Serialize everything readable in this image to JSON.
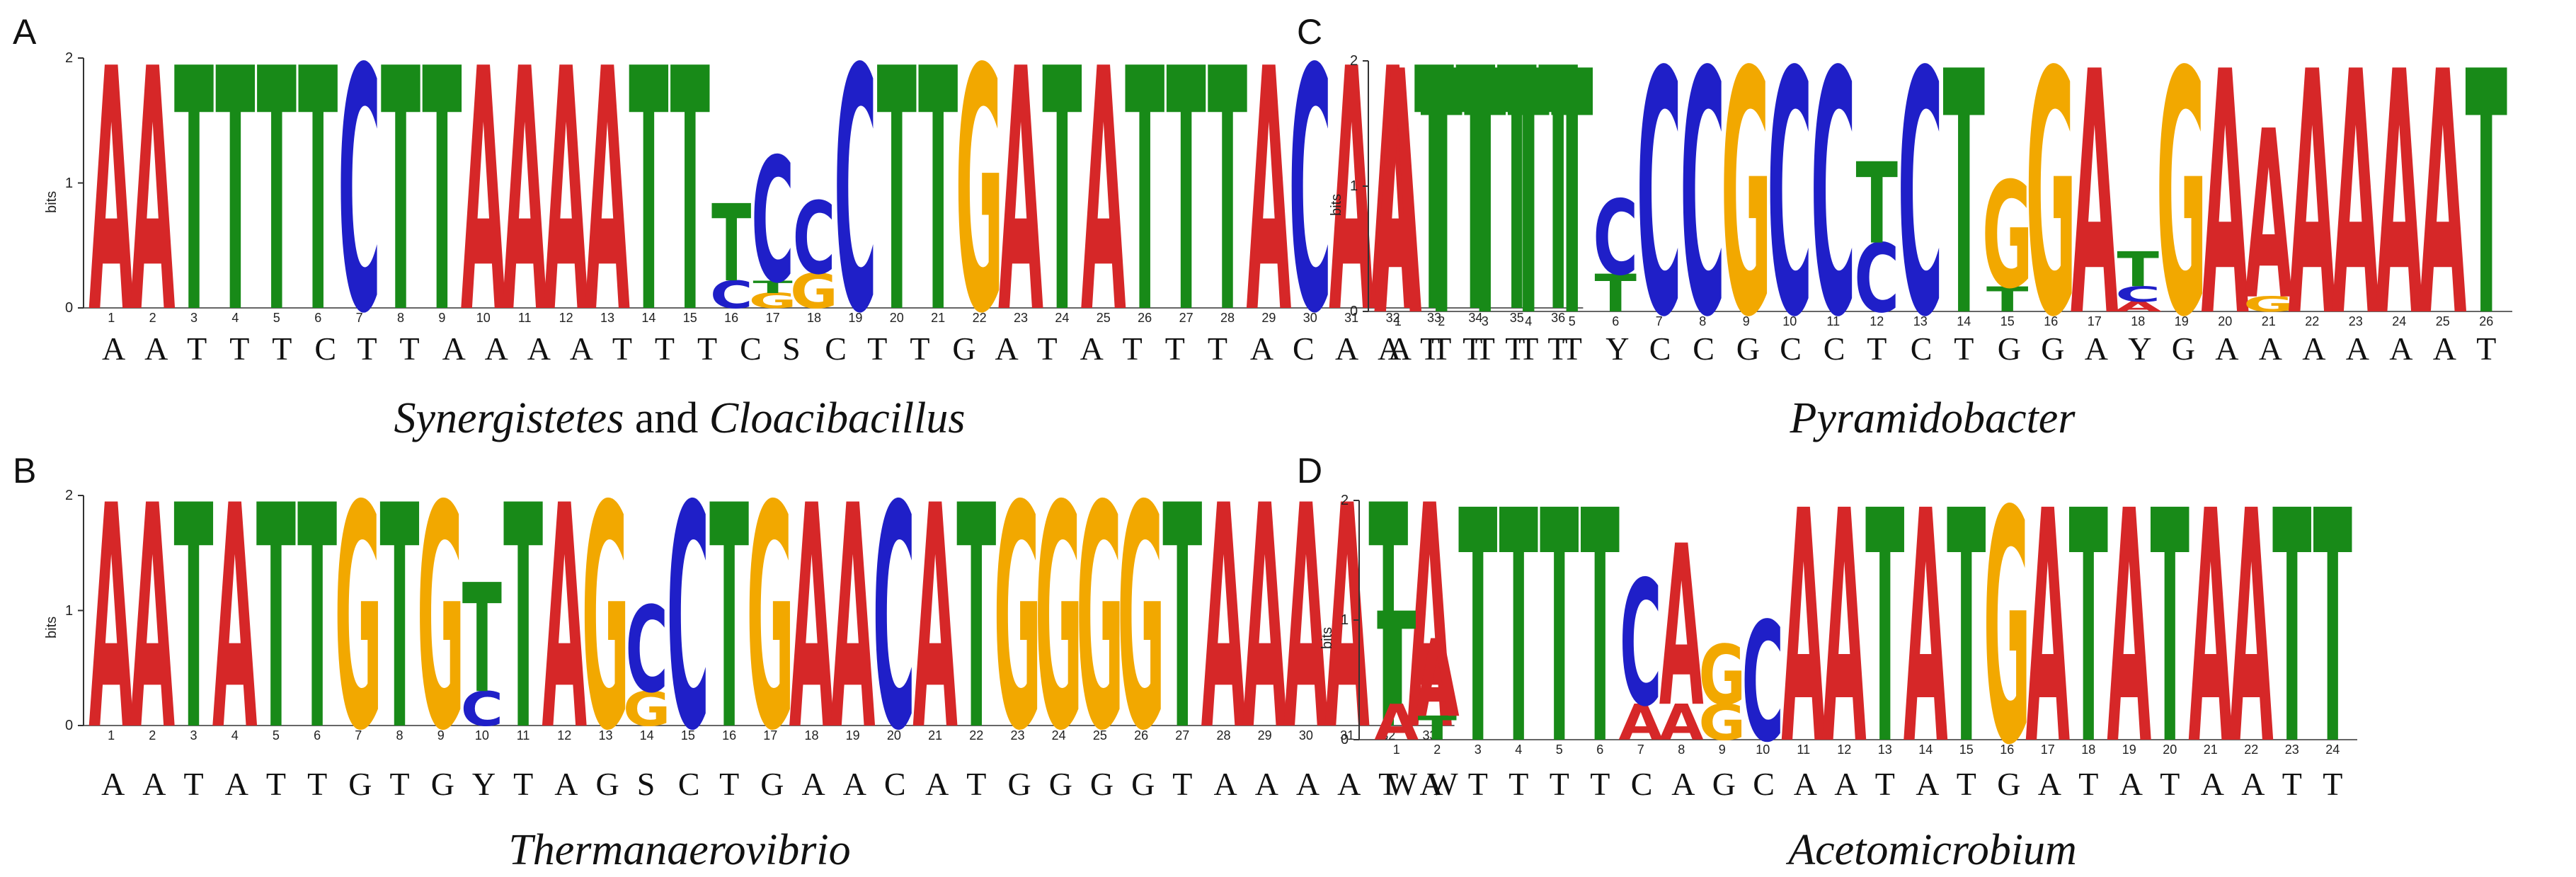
{
  "colors": {
    "A": "#d62728",
    "C": "#1f1fc8",
    "G": "#f2a800",
    "T": "#188a18"
  },
  "panels": [
    {
      "letter": "A",
      "y_axis_label": "bits",
      "y_ticks": [
        "0",
        "1",
        "2"
      ],
      "positions": [
        "1",
        "2",
        "3",
        "4",
        "5",
        "6",
        "7",
        "8",
        "9",
        "10",
        "11",
        "12",
        "13",
        "14",
        "15",
        "16",
        "17",
        "18",
        "19",
        "20",
        "21",
        "22",
        "23",
        "24",
        "25",
        "26",
        "27",
        "28",
        "29",
        "30",
        "31",
        "32",
        "33",
        "34",
        "35",
        "36"
      ],
      "logo": [
        [
          [
            "A",
            1.95
          ]
        ],
        [
          [
            "A",
            1.95
          ]
        ],
        [
          [
            "T",
            1.95
          ]
        ],
        [
          [
            "T",
            1.95
          ]
        ],
        [
          [
            "T",
            1.95
          ]
        ],
        [
          [
            "T",
            1.95
          ]
        ],
        [
          [
            "C",
            1.95
          ]
        ],
        [
          [
            "T",
            1.95
          ]
        ],
        [
          [
            "T",
            1.95
          ]
        ],
        [
          [
            "A",
            1.95
          ]
        ],
        [
          [
            "A",
            1.95
          ]
        ],
        [
          [
            "A",
            1.95
          ]
        ],
        [
          [
            "A",
            1.95
          ]
        ],
        [
          [
            "T",
            1.95
          ]
        ],
        [
          [
            "T",
            1.95
          ]
        ],
        [
          [
            "C",
            0.22
          ],
          [
            "T",
            0.62
          ]
        ],
        [
          [
            "G",
            0.12
          ],
          [
            "T",
            0.1
          ],
          [
            "C",
            1.0
          ]
        ],
        [
          [
            "G",
            0.28
          ],
          [
            "C",
            0.58
          ]
        ],
        [
          [
            "C",
            1.95
          ]
        ],
        [
          [
            "T",
            1.95
          ]
        ],
        [
          [
            "T",
            1.95
          ]
        ],
        [
          [
            "G",
            1.95
          ]
        ],
        [
          [
            "A",
            1.95
          ]
        ],
        [
          [
            "T",
            1.95
          ]
        ],
        [
          [
            "A",
            1.95
          ]
        ],
        [
          [
            "T",
            1.95
          ]
        ],
        [
          [
            "T",
            1.95
          ]
        ],
        [
          [
            "T",
            1.95
          ]
        ],
        [
          [
            "A",
            1.95
          ]
        ],
        [
          [
            "C",
            1.95
          ]
        ],
        [
          [
            "A",
            1.95
          ]
        ],
        [
          [
            "A",
            1.95
          ]
        ],
        [
          [
            "T",
            1.95
          ]
        ],
        [
          [
            "T",
            1.95
          ]
        ],
        [
          [
            "T",
            1.95
          ]
        ],
        [
          [
            "T",
            1.95
          ]
        ]
      ],
      "consensus": [
        "A",
        "A",
        "T",
        "T",
        "T",
        "C",
        "T",
        "T",
        "A",
        "A",
        "A",
        "A",
        "T",
        "T",
        "T",
        "C",
        "S",
        "C",
        "T",
        "T",
        "G",
        "A",
        "T",
        "A",
        "T",
        "T",
        "T",
        "A",
        "C",
        "A",
        "A",
        "T",
        "T",
        "T",
        "T"
      ],
      "species_parts": [
        {
          "text": "Synergistetes",
          "italic": true
        },
        {
          "text": " and ",
          "italic": false
        },
        {
          "text": "Cloacibacillus",
          "italic": true
        }
      ]
    },
    {
      "letter": "C",
      "y_axis_label": "bits",
      "y_ticks": [
        "0",
        "1",
        "2"
      ],
      "positions": [
        "1",
        "2",
        "3",
        "4",
        "5",
        "6",
        "7",
        "8",
        "9",
        "10",
        "11",
        "12",
        "13",
        "14",
        "15",
        "16",
        "17",
        "18",
        "19",
        "20",
        "21",
        "22",
        "23",
        "24",
        "25",
        "26"
      ],
      "logo": [
        [
          [
            "A",
            1.95
          ]
        ],
        [
          [
            "T",
            1.95
          ]
        ],
        [
          [
            "T",
            1.95
          ]
        ],
        [
          [
            "T",
            1.95
          ]
        ],
        [
          [
            "T",
            1.95
          ]
        ],
        [
          [
            "T",
            0.3
          ],
          [
            "C",
            0.6
          ]
        ],
        [
          [
            "C",
            1.95
          ]
        ],
        [
          [
            "C",
            1.95
          ]
        ],
        [
          [
            "G",
            1.95
          ]
        ],
        [
          [
            "C",
            1.95
          ]
        ],
        [
          [
            "C",
            1.95
          ]
        ],
        [
          [
            "C",
            0.55
          ],
          [
            "T",
            0.65
          ]
        ],
        [
          [
            "C",
            1.95
          ]
        ],
        [
          [
            "T",
            1.95
          ]
        ],
        [
          [
            "T",
            0.2
          ],
          [
            "G",
            0.85
          ]
        ],
        [
          [
            "G",
            1.95
          ]
        ],
        [
          [
            "A",
            1.95
          ]
        ],
        [
          [
            "A",
            0.08
          ],
          [
            "C",
            0.12
          ],
          [
            "T",
            0.28
          ]
        ],
        [
          [
            "G",
            1.95
          ]
        ],
        [
          [
            "A",
            1.95
          ]
        ],
        [
          [
            "G",
            0.12
          ],
          [
            "A",
            1.35
          ]
        ],
        [
          [
            "A",
            1.95
          ]
        ],
        [
          [
            "A",
            1.95
          ]
        ],
        [
          [
            "A",
            1.95
          ]
        ],
        [
          [
            "A",
            1.95
          ]
        ],
        [
          [
            "T",
            1.95
          ]
        ]
      ],
      "consensus": [
        "A",
        "T",
        "T",
        "T",
        "T",
        "Y",
        "C",
        "C",
        "G",
        "C",
        "C",
        "T",
        "C",
        "T",
        "G",
        "G",
        "A",
        "Y",
        "G",
        "A",
        "A",
        "A",
        "A",
        "A",
        "A",
        "T"
      ],
      "species_parts": [
        {
          "text": "Pyramidobacter",
          "italic": true
        }
      ]
    },
    {
      "letter": "B",
      "y_axis_label": "bits",
      "y_ticks": [
        "0",
        "1",
        "2"
      ],
      "positions": [
        "1",
        "2",
        "3",
        "4",
        "5",
        "6",
        "7",
        "8",
        "9",
        "10",
        "11",
        "12",
        "13",
        "14",
        "15",
        "16",
        "17",
        "18",
        "19",
        "20",
        "21",
        "22",
        "23",
        "24",
        "25",
        "26",
        "27",
        "28",
        "29",
        "30",
        "31",
        "32",
        "33"
      ],
      "logo": [
        [
          [
            "A",
            1.95
          ]
        ],
        [
          [
            "A",
            1.95
          ]
        ],
        [
          [
            "T",
            1.95
          ]
        ],
        [
          [
            "A",
            1.95
          ]
        ],
        [
          [
            "T",
            1.95
          ]
        ],
        [
          [
            "T",
            1.95
          ]
        ],
        [
          [
            "G",
            1.95
          ]
        ],
        [
          [
            "T",
            1.95
          ]
        ],
        [
          [
            "G",
            1.95
          ]
        ],
        [
          [
            "C",
            0.3
          ],
          [
            "T",
            0.95
          ]
        ],
        [
          [
            "T",
            1.95
          ]
        ],
        [
          [
            "A",
            1.95
          ]
        ],
        [
          [
            "G",
            1.95
          ]
        ],
        [
          [
            "G",
            0.3
          ],
          [
            "C",
            0.75
          ]
        ],
        [
          [
            "C",
            1.95
          ]
        ],
        [
          [
            "T",
            1.95
          ]
        ],
        [
          [
            "G",
            1.95
          ]
        ],
        [
          [
            "A",
            1.95
          ]
        ],
        [
          [
            "A",
            1.95
          ]
        ],
        [
          [
            "C",
            1.95
          ]
        ],
        [
          [
            "A",
            1.95
          ]
        ],
        [
          [
            "T",
            1.95
          ]
        ],
        [
          [
            "G",
            1.95
          ]
        ],
        [
          [
            "G",
            1.95
          ]
        ],
        [
          [
            "G",
            1.95
          ]
        ],
        [
          [
            "G",
            1.95
          ]
        ],
        [
          [
            "T",
            1.95
          ]
        ],
        [
          [
            "A",
            1.95
          ]
        ],
        [
          [
            "A",
            1.95
          ]
        ],
        [
          [
            "A",
            1.95
          ]
        ],
        [
          [
            "A",
            1.95
          ]
        ],
        [
          [
            "T",
            1.95
          ]
        ],
        [
          [
            "A",
            1.95
          ]
        ]
      ],
      "consensus": [
        "A",
        "A",
        "T",
        "A",
        "T",
        "T",
        "G",
        "T",
        "G",
        "Y",
        "T",
        "A",
        "G",
        "S",
        "C",
        "T",
        "G",
        "A",
        "A",
        "C",
        "A",
        "T",
        "G",
        "G",
        "G",
        "G",
        "T",
        "A",
        "A",
        "A",
        "A",
        "T",
        "A"
      ],
      "species_parts": [
        {
          "text": "Thermanaerovibrio",
          "italic": true
        }
      ]
    },
    {
      "letter": "D",
      "y_axis_label": "bits",
      "y_ticks": [
        "0",
        "1",
        "2"
      ],
      "positions": [
        "1",
        "2",
        "3",
        "4",
        "5",
        "6",
        "7",
        "8",
        "9",
        "10",
        "11",
        "12",
        "13",
        "14",
        "15",
        "16",
        "17",
        "18",
        "19",
        "20",
        "21",
        "22",
        "23",
        "24"
      ],
      "logo": [
        [
          [
            "A",
            0.3
          ],
          [
            "T",
            0.78
          ]
        ],
        [
          [
            "T",
            0.2
          ],
          [
            "A",
            0.65
          ]
        ],
        [
          [
            "T",
            1.95
          ]
        ],
        [
          [
            "T",
            1.95
          ]
        ],
        [
          [
            "T",
            1.95
          ]
        ],
        [
          [
            "T",
            1.95
          ]
        ],
        [
          [
            "A",
            0.3
          ],
          [
            "C",
            1.05
          ]
        ],
        [
          [
            "A",
            0.3
          ],
          [
            "A",
            1.35
          ]
        ],
        [
          [
            "G",
            0.3
          ],
          [
            "G",
            0.5
          ]
        ],
        [
          [
            "C",
            1.0
          ]
        ],
        [
          [
            "A",
            1.95
          ]
        ],
        [
          [
            "A",
            1.95
          ]
        ],
        [
          [
            "T",
            1.95
          ]
        ],
        [
          [
            "A",
            1.95
          ]
        ],
        [
          [
            "T",
            1.95
          ]
        ],
        [
          [
            "G",
            1.95
          ]
        ],
        [
          [
            "A",
            1.95
          ]
        ],
        [
          [
            "T",
            1.95
          ]
        ],
        [
          [
            "A",
            1.95
          ]
        ],
        [
          [
            "T",
            1.95
          ]
        ],
        [
          [
            "A",
            1.95
          ]
        ],
        [
          [
            "A",
            1.95
          ]
        ],
        [
          [
            "T",
            1.95
          ]
        ],
        [
          [
            "T",
            1.95
          ]
        ]
      ],
      "consensus": [
        "W",
        "W",
        "T",
        "T",
        "T",
        "T",
        "C",
        "A",
        "G",
        "C",
        "A",
        "A",
        "T",
        "A",
        "T",
        "G",
        "A",
        "T",
        "A",
        "T",
        "A",
        "A",
        "T",
        "T"
      ],
      "species_parts": [
        {
          "text": "Acetomicrobium",
          "italic": true
        }
      ]
    }
  ]
}
